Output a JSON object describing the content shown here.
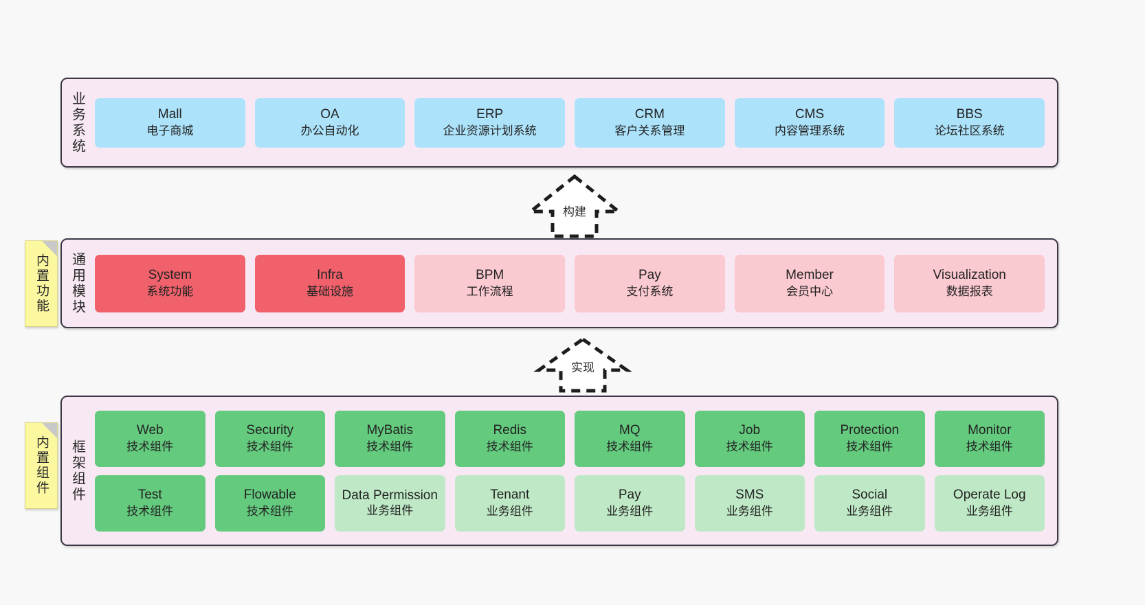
{
  "diagram": {
    "background_color": "#f8f8f8",
    "band_fill": "#f8e8f4",
    "band_border": "#3d3846"
  },
  "layers": [
    {
      "id": "business",
      "title": "业务系统",
      "card_color": "#ace2fa",
      "rows": [
        {
          "cards": [
            {
              "en": "Mall",
              "cn": "电子商城",
              "color": "#ace2fa"
            },
            {
              "en": "OA",
              "cn": "办公自动化",
              "color": "#ace2fa"
            },
            {
              "en": "ERP",
              "cn": "企业资源计划系统",
              "color": "#ace2fa"
            },
            {
              "en": "CRM",
              "cn": "客户关系管理",
              "color": "#ace2fa"
            },
            {
              "en": "CMS",
              "cn": "内容管理系统",
              "color": "#ace2fa"
            },
            {
              "en": "BBS",
              "cn": "论坛社区系统",
              "color": "#ace2fa"
            }
          ]
        }
      ]
    },
    {
      "id": "modules",
      "title": "通用模块",
      "rows": [
        {
          "cards": [
            {
              "en": "System",
              "cn": "系统功能",
              "color": "#f1616b"
            },
            {
              "en": "Infra",
              "cn": "基础设施",
              "color": "#f1616b"
            },
            {
              "en": "BPM",
              "cn": "工作流程",
              "color": "#fbc9d0"
            },
            {
              "en": "Pay",
              "cn": "支付系统",
              "color": "#fbc9d0"
            },
            {
              "en": "Member",
              "cn": "会员中心",
              "color": "#fbc9d0"
            },
            {
              "en": "Visualization",
              "cn": "数据报表",
              "color": "#fbc9d0"
            }
          ]
        }
      ]
    },
    {
      "id": "framework",
      "title": "框架组件",
      "rows": [
        {
          "cards": [
            {
              "en": "Web",
              "cn": "技术组件",
              "color": "#64ca7e"
            },
            {
              "en": "Security",
              "cn": "技术组件",
              "color": "#64ca7e"
            },
            {
              "en": "MyBatis",
              "cn": "技术组件",
              "color": "#64ca7e"
            },
            {
              "en": "Redis",
              "cn": "技术组件",
              "color": "#64ca7e"
            },
            {
              "en": "MQ",
              "cn": "技术组件",
              "color": "#64ca7e"
            },
            {
              "en": "Job",
              "cn": "技术组件",
              "color": "#64ca7e"
            },
            {
              "en": "Protection",
              "cn": "技术组件",
              "color": "#64ca7e"
            },
            {
              "en": "Monitor",
              "cn": "技术组件",
              "color": "#64ca7e"
            }
          ]
        },
        {
          "cards": [
            {
              "en": "Test",
              "cn": "技术组件",
              "color": "#64ca7e"
            },
            {
              "en": "Flowable",
              "cn": "技术组件",
              "color": "#64ca7e"
            },
            {
              "en": "Data Permission",
              "cn": "业务组件",
              "color": "#bfe9c6"
            },
            {
              "en": "Tenant",
              "cn": "业务组件",
              "color": "#bfe9c6"
            },
            {
              "en": "Pay",
              "cn": "业务组件",
              "color": "#bfe9c6"
            },
            {
              "en": "SMS",
              "cn": "业务组件",
              "color": "#bfe9c6"
            },
            {
              "en": "Social",
              "cn": "业务组件",
              "color": "#bfe9c6"
            },
            {
              "en": "Operate Log",
              "cn": "业务组件",
              "color": "#bfe9c6"
            }
          ]
        }
      ]
    }
  ],
  "notes": [
    {
      "id": "builtin-func",
      "text": "内置功能",
      "color": "#fbf8a0"
    },
    {
      "id": "builtin-comp",
      "text": "内置组件",
      "color": "#fbf8a0"
    }
  ],
  "arrows": [
    {
      "id": "build",
      "label": "构建",
      "style": "dashed-block-arrow-up"
    },
    {
      "id": "impl",
      "label": "实现",
      "style": "dashed-block-arrow-up"
    }
  ]
}
